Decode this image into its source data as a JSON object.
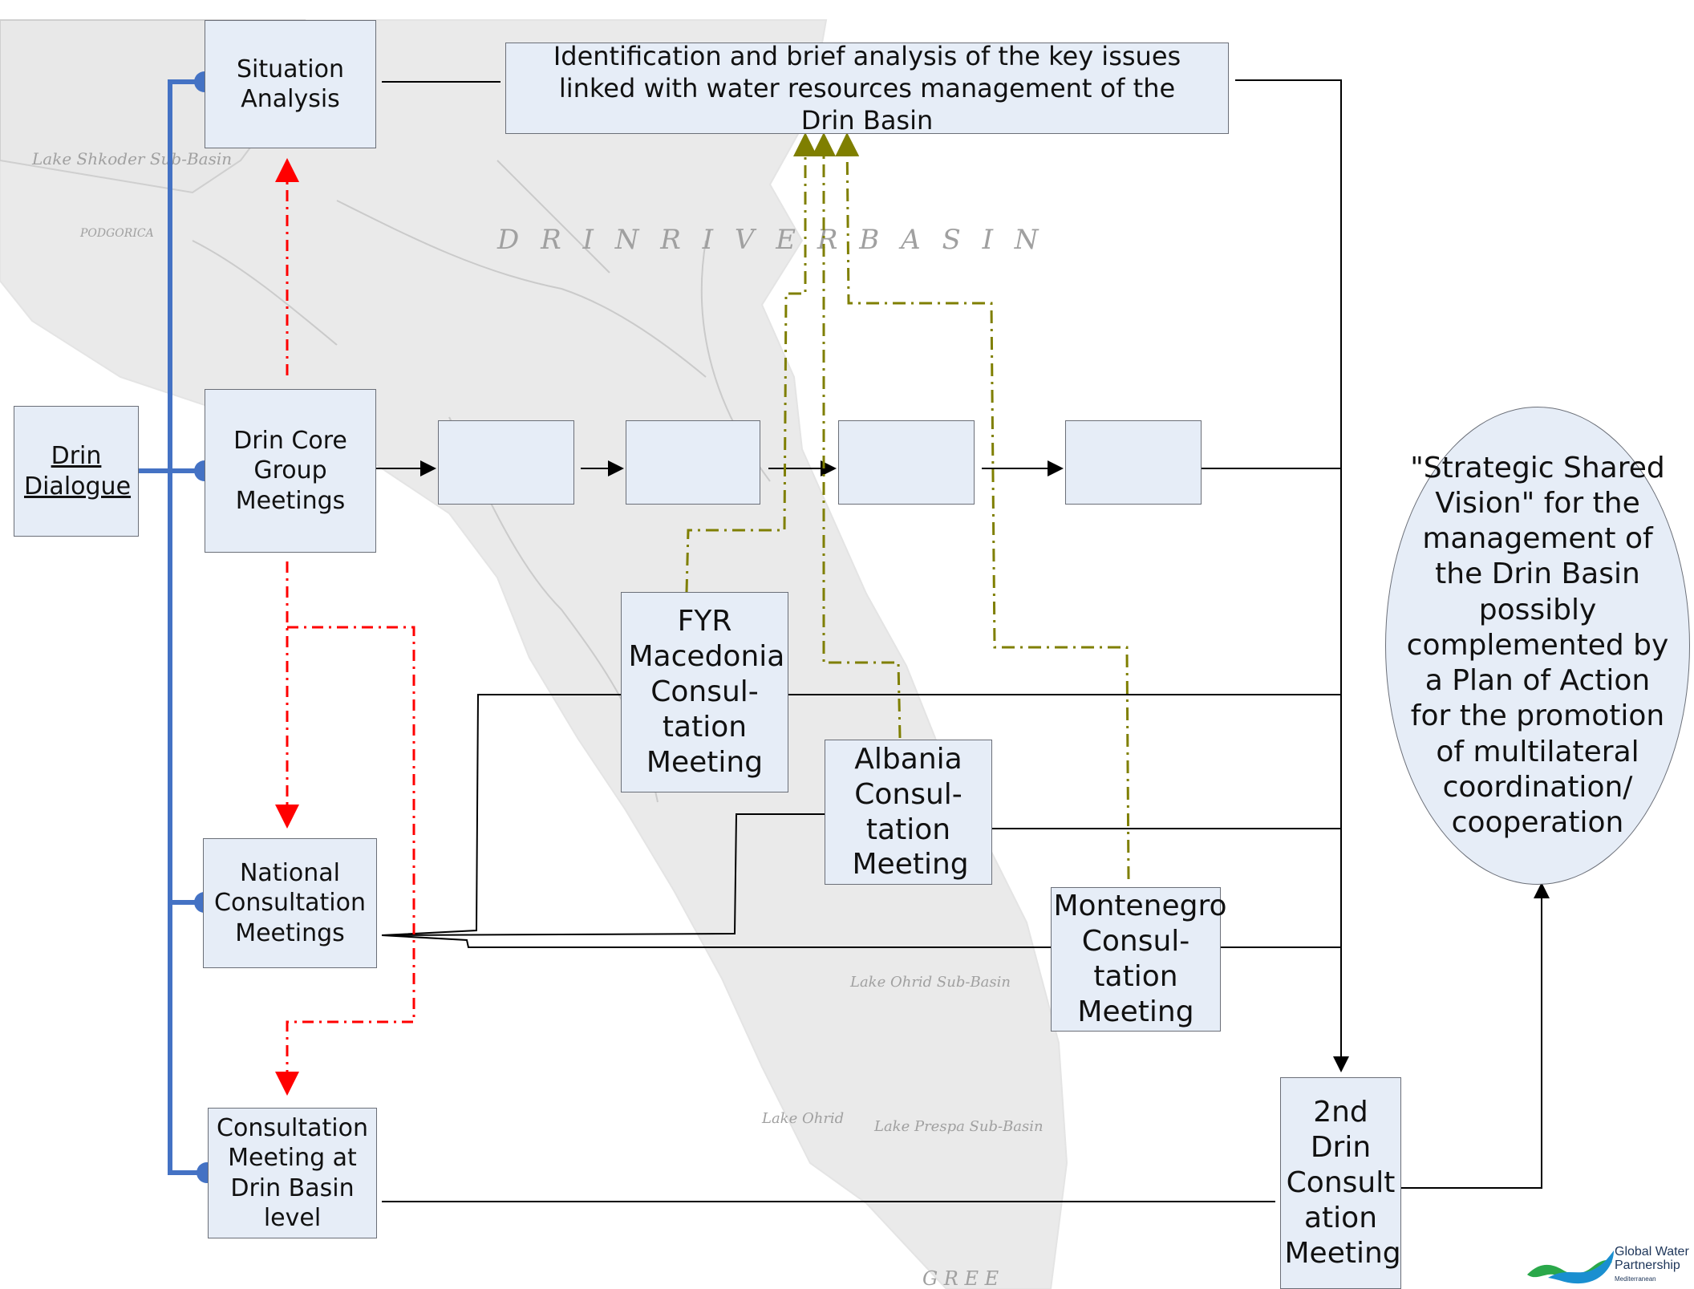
{
  "nodes": {
    "drin_dialogue": "Drin Dialogue",
    "situation_analysis": "Situation Analysis",
    "key_issues": "Identification and brief analysis of the key issues linked with water resources management of the Drin Basin",
    "drin_core_group": "Drin Core Group Meetings",
    "national_consultation": "National Consultation Meetings",
    "basin_level_meeting": "Consultation Meeting at Drin Basin level",
    "fyr_macedonia": "FYR Macedonia Consul-tation Meeting",
    "albania": "Albania Consul-tation Meeting",
    "montenegro": "Montenegro Consul-tation Meeting",
    "second_consultation": "2nd Drin Consult ation Meeting",
    "vision": "\"Strategic Shared Vision\" for the management of the Drin Basin possibly complemented by a Plan of Action for the promotion of multilateral coordination/ cooperation"
  },
  "map_labels": {
    "lake_shkoder": "Lake Shkoder Sub-Basin",
    "podgorica": "PODGORICA",
    "drin_river_basin": "D R I N   R I V E R   B A S I N",
    "lake_ohrid": "Lake Ohrid Sub-Basin",
    "lake_ohrid_2": "Lake Ohrid",
    "lake_prespa": "Lake Prespa Sub-Basin",
    "greece": "G R E E"
  },
  "logo": {
    "line1": "Global Water",
    "line2": "Partnership",
    "line3": "Mediterranean"
  },
  "colors": {
    "box_fill": "#e6edf7",
    "blue_bus": "#4472c4",
    "red_dashdot": "#ff0000",
    "olive_dashdot": "#7f7f00",
    "connector": "#000000"
  }
}
